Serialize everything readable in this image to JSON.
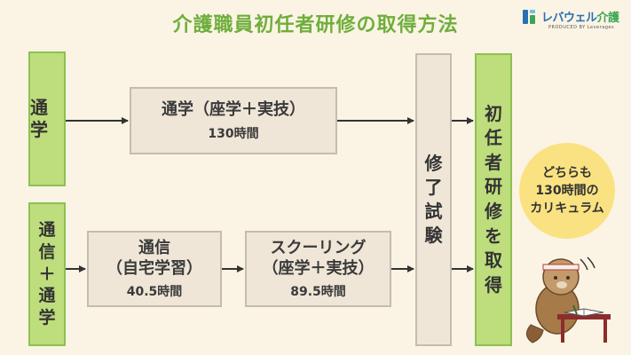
{
  "title": "介護職員初任者研修の取得方法",
  "logo": {
    "brand_main": "レバウェル",
    "brand_accent": "介護",
    "brand_sub": "PRODUCED BY Leverages"
  },
  "routes": {
    "commute_label": "通学",
    "correspondence_label": [
      "通",
      "信",
      "＋",
      "通",
      "学"
    ],
    "commute_box": {
      "title": "通学（座学＋実技）",
      "hours": "130時間"
    },
    "home_study_box": {
      "title_line1": "通信",
      "title_line2": "（自宅学習）",
      "hours": "40.5時間"
    },
    "schooling_box": {
      "title_line1": "スクーリング",
      "title_line2": "（座学＋実技）",
      "hours": "89.5時間"
    }
  },
  "exam_label": [
    "修",
    "了",
    "試",
    "験"
  ],
  "result_label": [
    "初",
    "任",
    "者",
    "研",
    "修",
    "を",
    "取",
    "得"
  ],
  "badge": {
    "line1": "どちらも",
    "line2": "130時間の",
    "line3": "カリキュラム"
  },
  "colors": {
    "title": "#6fae3c",
    "green_fill": "#bedd7c",
    "grey_fill": "#efe6d7",
    "badge": "#fae282",
    "arrow": "#333333"
  }
}
